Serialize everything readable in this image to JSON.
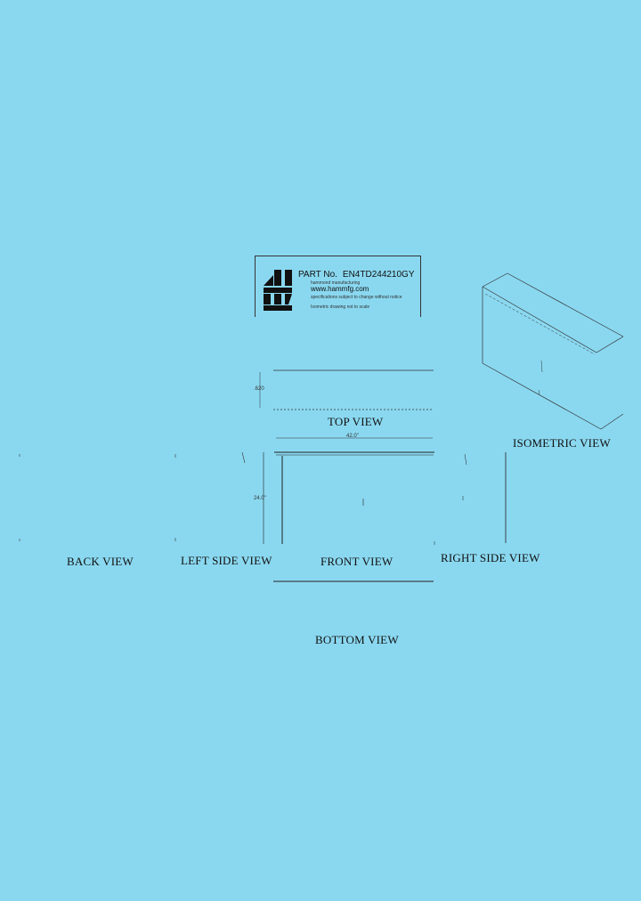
{
  "title_block": {
    "part_label": "PART No.",
    "part_number": "EN4TD244210GY",
    "line1": "hammond manufacturing",
    "website": "www.hammfg.com",
    "line2": "specifications subject to change without notice",
    "line3": "Isometric drawing not to scale"
  },
  "views": {
    "top": "TOP VIEW",
    "isometric": "ISOMETRIC VIEW",
    "back": "BACK VIEW",
    "left_side": "LEFT SIDE VIEW",
    "front": "FRONT VIEW",
    "right_side": "RIGHT SIDE VIEW",
    "bottom": "BOTTOM VIEW"
  },
  "dimensions": {
    "top_depth": ".620",
    "width": "42.0\"",
    "height": "24.0\""
  },
  "colors": {
    "background": "#8ad8f0",
    "line": "#222222"
  }
}
